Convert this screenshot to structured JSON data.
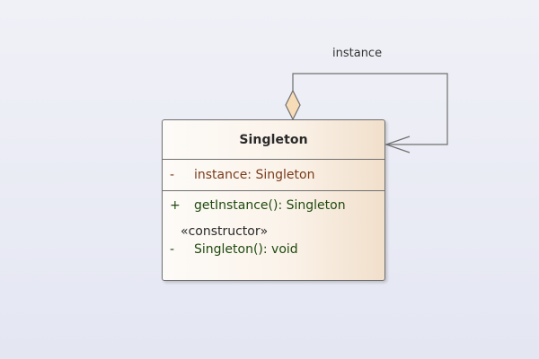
{
  "diagram": {
    "class": {
      "name": "Singleton",
      "attributes": [
        {
          "visibility": "-",
          "text": "instance: Singleton"
        }
      ],
      "operations": [
        {
          "visibility": "+",
          "text": "getInstance(): Singleton"
        }
      ],
      "stereotype": "«constructor»",
      "constructor_ops": [
        {
          "visibility": "-",
          "text": "Singleton(): void"
        }
      ]
    },
    "association": {
      "label": "instance",
      "type": "self-aggregation"
    },
    "colors": {
      "attribute_text": "#7a3b1a",
      "operation_text": "#1f4a0e",
      "line": "#6f6f6f",
      "diamond_fill": "#f7dcb8"
    }
  }
}
